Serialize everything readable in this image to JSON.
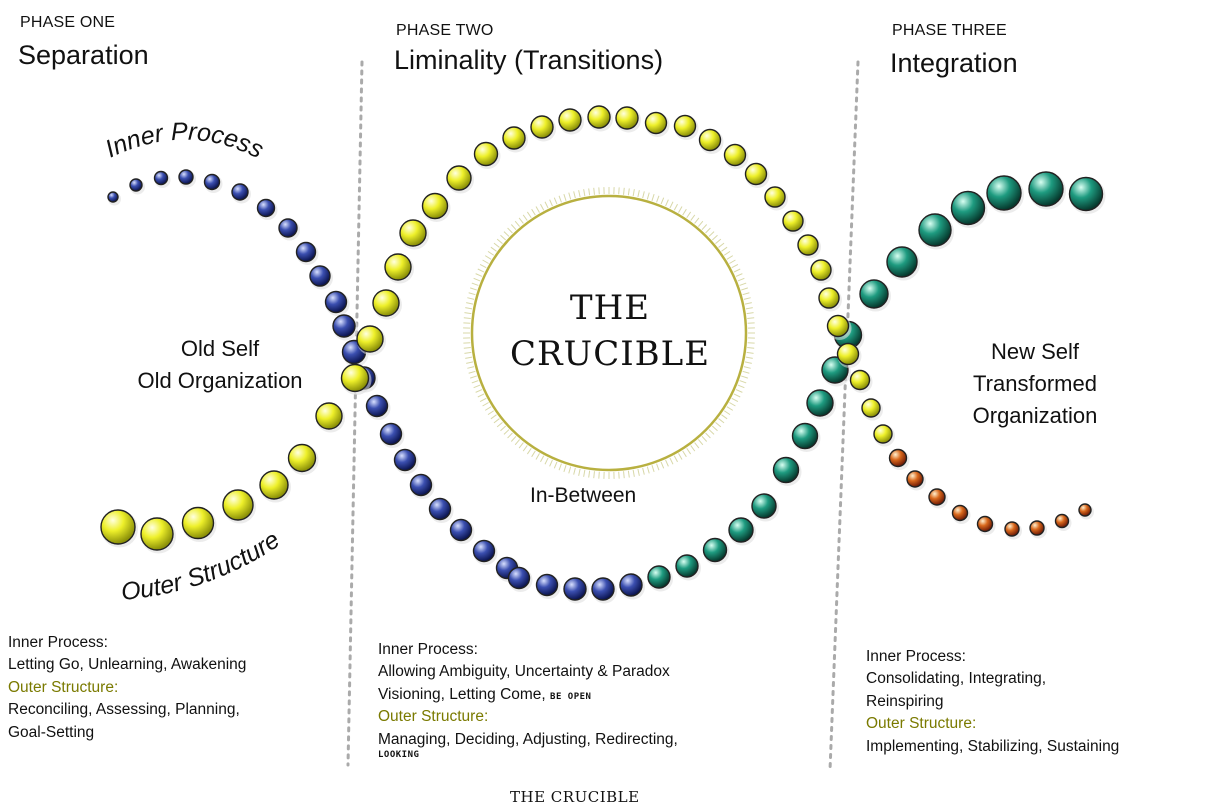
{
  "phases": [
    {
      "label": "PHASE ONE",
      "name": "Separation"
    },
    {
      "label": "PHASE TWO",
      "name": "Liminality (Transitions)"
    },
    {
      "label": "PHASE THREE",
      "name": "Integration"
    }
  ],
  "arc_labels": {
    "inner_process": "Inner Process",
    "outer_structure": "Outer Structure"
  },
  "old_self": {
    "line1": "Old Self",
    "line2": "Old Organization"
  },
  "new_self": {
    "line1": "New Self",
    "line2": "Transformed",
    "line3": "Organization"
  },
  "crucible": {
    "line1": "THE",
    "line2": "CRUCIBLE",
    "in_between": "In-Between"
  },
  "phase_one_info": {
    "inner_heading": "Inner Process:",
    "inner_text": "Letting Go, Unlearning, Awakening",
    "outer_heading": "Outer Structure:",
    "outer_text_1": "Reconciling, Assessing, Planning,",
    "outer_text_2": "Goal-Setting"
  },
  "phase_two_info": {
    "inner_heading": "Inner Process:",
    "inner_text_1": "Allowing Ambiguity, Uncertainty & Paradox",
    "inner_text_2": "Visioning, Letting Come,",
    "inner_hand": "BE OPEN",
    "outer_heading": "Outer Structure:",
    "outer_text": "Managing, Deciding, Adjusting, Redirecting,",
    "outer_hand": "LOOKING"
  },
  "phase_three_info": {
    "inner_heading": "Inner Process:",
    "inner_text_1": "Consolidating, Integrating,",
    "inner_text_2": "Reinspiring",
    "outer_heading": "Outer Structure:",
    "outer_text": "Implementing, Stabilizing, Sustaining"
  },
  "caption": "THE CRUCIBLE",
  "colors": {
    "blue_bead": "#1f2f8a",
    "yellow_bead": "#e3e81c",
    "teal_bead": "#0f6e5c",
    "orange_bead": "#d2481c",
    "crucible_ring": "#b8b040",
    "divider": "#aaaaaa"
  }
}
